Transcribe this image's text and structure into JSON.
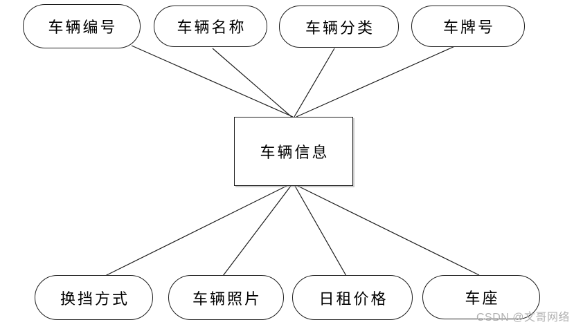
{
  "diagram": {
    "entity": {
      "label": "车辆信息"
    },
    "top_attributes": [
      {
        "label": "车辆编号"
      },
      {
        "label": "车辆名称"
      },
      {
        "label": "车辆分类"
      },
      {
        "label": "车牌号"
      }
    ],
    "bottom_attributes": [
      {
        "label": "换挡方式"
      },
      {
        "label": "车辆照片"
      },
      {
        "label": "日租价格"
      },
      {
        "label": "车座"
      }
    ],
    "line_color": "#1c1c1c",
    "shape_border_color": "#1c1c1c",
    "background_color": "#ffffff"
  },
  "watermark": {
    "text": "CSDN @文哥网络",
    "color": "#b2b2b2"
  }
}
